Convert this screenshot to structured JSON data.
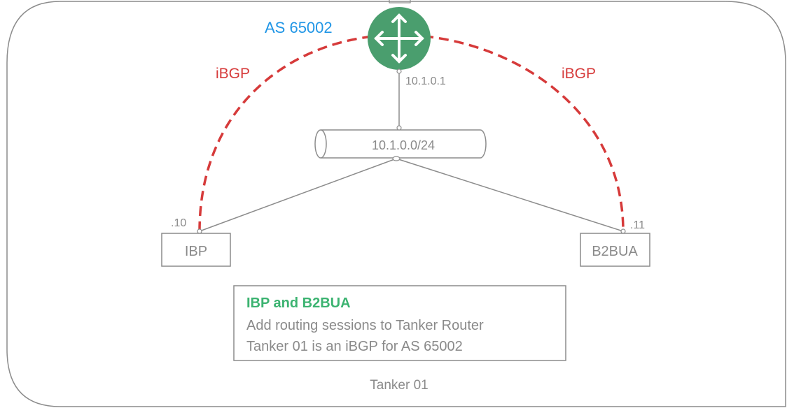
{
  "router": {
    "as_label": "AS 65002",
    "ip": "10.1.0.1",
    "icon": "router-icon"
  },
  "network": {
    "subnet": "10.1.0.0/24"
  },
  "links": {
    "left_label": "iBGP",
    "right_label": "iBGP",
    "left_host_suffix": ".10",
    "right_host_suffix": ".11"
  },
  "nodes": {
    "left": "IBP",
    "right": "B2BUA"
  },
  "info_box": {
    "title": "IBP and B2BUA",
    "line1": "Add routing sessions to Tanker Router",
    "line2": "Tanker 01 is an iBGP for AS 65002"
  },
  "container": {
    "label": "Tanker 01"
  },
  "colors": {
    "bgp": "#d63a3a",
    "as_label": "#2196e6",
    "router": "#4a9e6e",
    "title_green": "#3cb371",
    "line_gray": "#8c8c8c"
  }
}
